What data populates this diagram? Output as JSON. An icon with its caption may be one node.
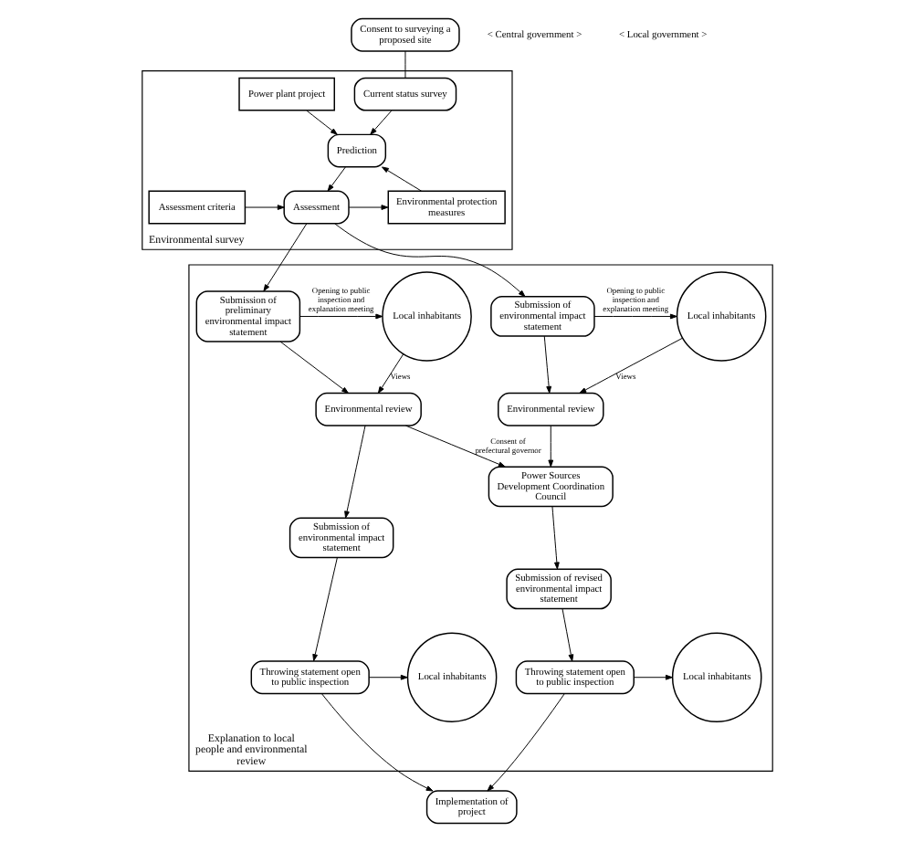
{
  "diagram": {
    "nodes": [
      {
        "text": [
          "Consent to surveying a proposed site"
        ]
      },
      {
        "text": [
          "Environmental survey"
        ]
      },
      {
        "text": [
          "Current status survey"
        ],
        "in": 1
      },
      {
        "text": [
          "Power plant project"
        ],
        "in": 1
      },
      {
        "text": [
          "Prediction"
        ],
        "in": 1
      },
      {
        "text": [
          "Environmental protection measures"
        ],
        "in": 1
      },
      {
        "text": [
          "Assessment criteria"
        ],
        "in": 1
      },
      {
        "text": [
          "Assessment"
        ],
        "in": 1
      },
      {
        "text": [
          "Explanation to local people and environmental review"
        ]
      },
      {
        "text": [
          "Submission of environmental impact statement"
        ],
        "in": 8
      },
      {
        "text": [
          "Local inhabitants"
        ],
        "in": 8
      },
      {
        "text": [
          "Environmental review"
        ],
        "in": 8
      },
      {
        "text": [
          "Power Sources Development Coordination Council"
        ],
        "in": 8
      },
      {
        "text": [
          "Submission of revised environmental impact statement"
        ],
        "in": 8
      },
      {
        "text": [
          "Local inhabitants"
        ],
        "in": 8
      },
      {
        "text": [
          "Throwing statement open to public inspection"
        ],
        "in": 8
      },
      {
        "text": [
          "Submission of preliminary environmental impact statement"
        ],
        "in": 8
      },
      {
        "text": [
          "Local inhabitants"
        ],
        "in": 8
      },
      {
        "text": [
          "Environmental review"
        ],
        "in": 8
      },
      {
        "text": [
          "Submission of environmental impact statement"
        ],
        "in": 8
      },
      {
        "text": [
          "Throwing statement open to public inspection"
        ],
        "in": 8
      },
      {
        "text": [
          "Local inhabitants"
        ],
        "in": 8
      },
      {
        "text": [
          "Implementation of project"
        ]
      }
    ],
    "edges": [
      {
        "from": 0,
        "to": 2,
        "arrow": "none"
      },
      {
        "from": 2,
        "to": 4,
        "arrow": "to"
      },
      {
        "from": 3,
        "to": 4,
        "arrow": "to"
      },
      {
        "from": 4,
        "to": 7,
        "arrow": "to"
      },
      {
        "from": 6,
        "to": 7,
        "arrow": "to"
      },
      {
        "from": 7,
        "to": 5,
        "arrow": "to"
      },
      {
        "from": 5,
        "to": 4,
        "arrow": "to"
      },
      {
        "from": 7,
        "to": 9,
        "arrow": "to"
      },
      {
        "from": 7,
        "to": 16,
        "arrow": "to"
      },
      {
        "from": 9,
        "to": 10,
        "arrow": "to",
        "label": "Opening to public inspection and explanation meeting"
      },
      {
        "from": 10,
        "to": 11,
        "arrow": "to",
        "label": "Views"
      },
      {
        "from": 9,
        "to": 11,
        "arrow": "to"
      },
      {
        "from": 11,
        "to": 12,
        "arrow": "to"
      },
      {
        "from": 18,
        "to": 12,
        "arrow": "to",
        "label": "Consent of prefectural governor"
      },
      {
        "from": 12,
        "to": 13,
        "arrow": "to"
      },
      {
        "from": 13,
        "to": 15,
        "arrow": "to"
      },
      {
        "from": 15,
        "to": 14,
        "arrow": "to"
      },
      {
        "from": 16,
        "to": 17,
        "arrow": "to",
        "label": "Opening to public inspection and explanation meeting"
      },
      {
        "from": 17,
        "to": 18,
        "arrow": "to",
        "label": "Views"
      },
      {
        "from": 16,
        "to": 18,
        "arrow": "to"
      },
      {
        "from": 18,
        "to": 19,
        "arrow": "to"
      },
      {
        "from": 19,
        "to": 20,
        "arrow": "to"
      },
      {
        "from": 20,
        "to": 21,
        "arrow": "to"
      },
      {
        "from": 15,
        "to": 22,
        "arrow": "to"
      },
      {
        "from": 20,
        "to": 22,
        "arrow": "to"
      }
    ],
    "labels": [
      "< Central government >",
      "< Local government >"
    ]
  }
}
